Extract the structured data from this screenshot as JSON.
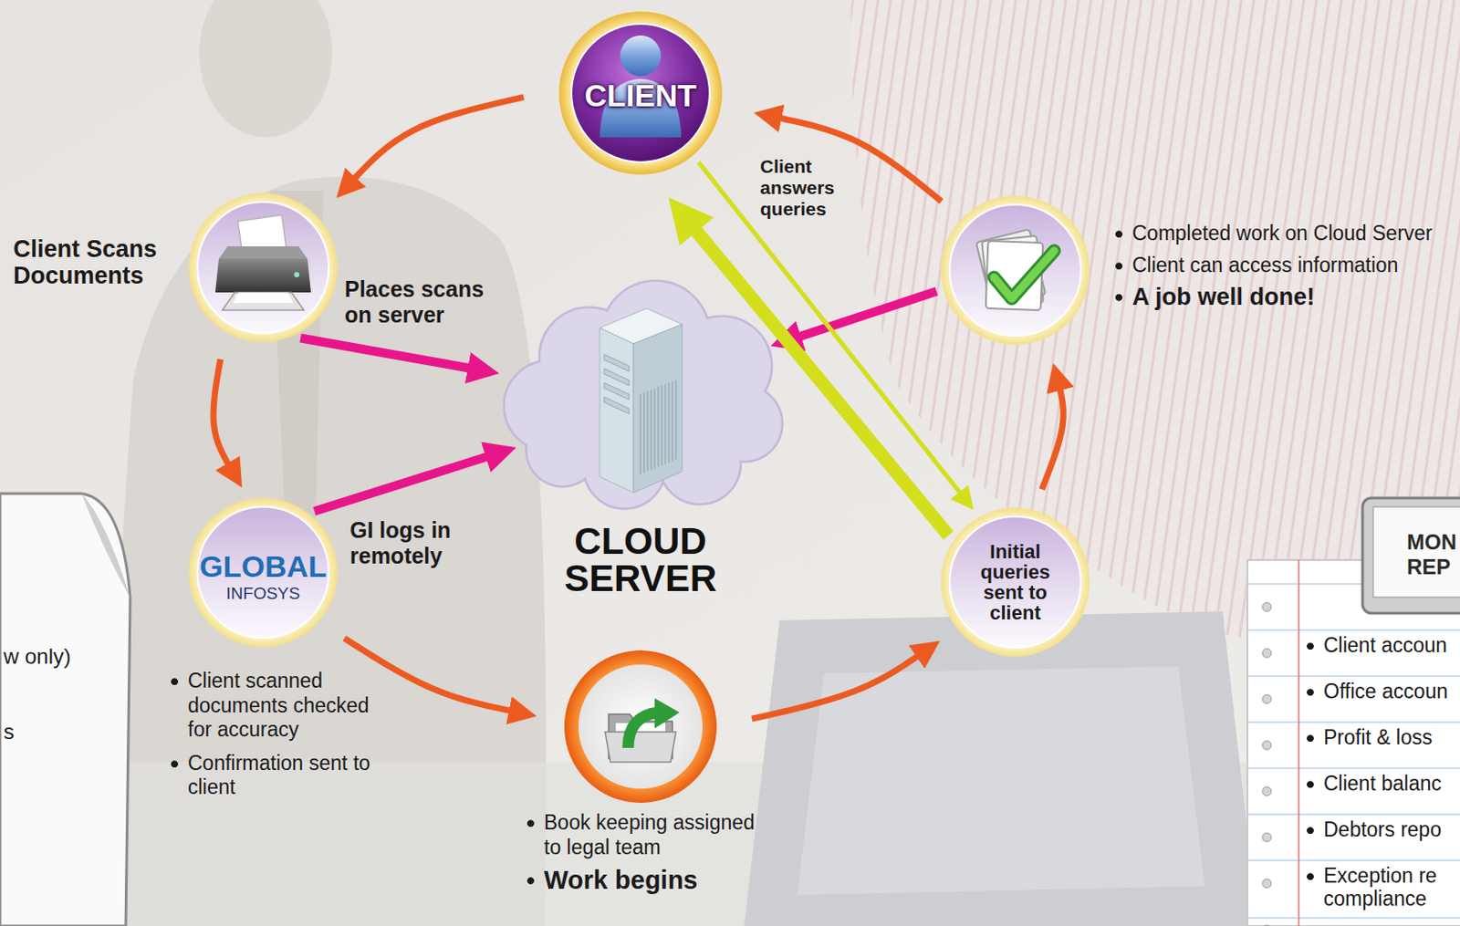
{
  "diagram": {
    "nodes": [
      {
        "text": [
          "CLIENT"
        ]
      },
      {
        "text": [
          "Client Scans Documents"
        ]
      },
      {
        "text": [
          "GLOBAL",
          "INFOSYS",
          "Client scanned documents checked for accuracy",
          "Confirmation sent to client"
        ]
      },
      {
        "text": [
          "CLOUD SERVER"
        ]
      },
      {
        "text": [
          "Book keeping assigned to legal team",
          "Work begins"
        ]
      },
      {
        "text": [
          "Initial queries sent to client"
        ]
      },
      {
        "text": [
          "Completed work on Cloud Server",
          "Client can access information",
          "A job well done!"
        ]
      },
      {
        "text": [
          "MON REP",
          "Client accoun",
          "Office accoun",
          "Profit & loss",
          "Client balanc",
          "Debtors repo",
          "Exception re compliance"
        ]
      },
      {
        "text": [
          "w only)",
          "s"
        ]
      }
    ],
    "edges": [
      {
        "from": 0,
        "to": 1,
        "arrow": "to"
      },
      {
        "from": 1,
        "to": 2,
        "arrow": "to"
      },
      {
        "from": 2,
        "to": 4,
        "arrow": "to"
      },
      {
        "from": 4,
        "to": 5,
        "arrow": "to"
      },
      {
        "from": 5,
        "to": 6,
        "arrow": "to"
      },
      {
        "from": 6,
        "to": 0,
        "arrow": "to"
      },
      {
        "from": 1,
        "to": 3,
        "label": "Places scans on server",
        "arrow": "to"
      },
      {
        "from": 2,
        "to": 3,
        "label": "GI logs in remotely",
        "arrow": "to"
      },
      {
        "from": 6,
        "to": 3,
        "arrow": "to"
      },
      {
        "from": 5,
        "to": 0,
        "arrow": "to"
      },
      {
        "from": 0,
        "to": 5,
        "label": "Client answers queries",
        "arrow": "to"
      }
    ]
  }
}
